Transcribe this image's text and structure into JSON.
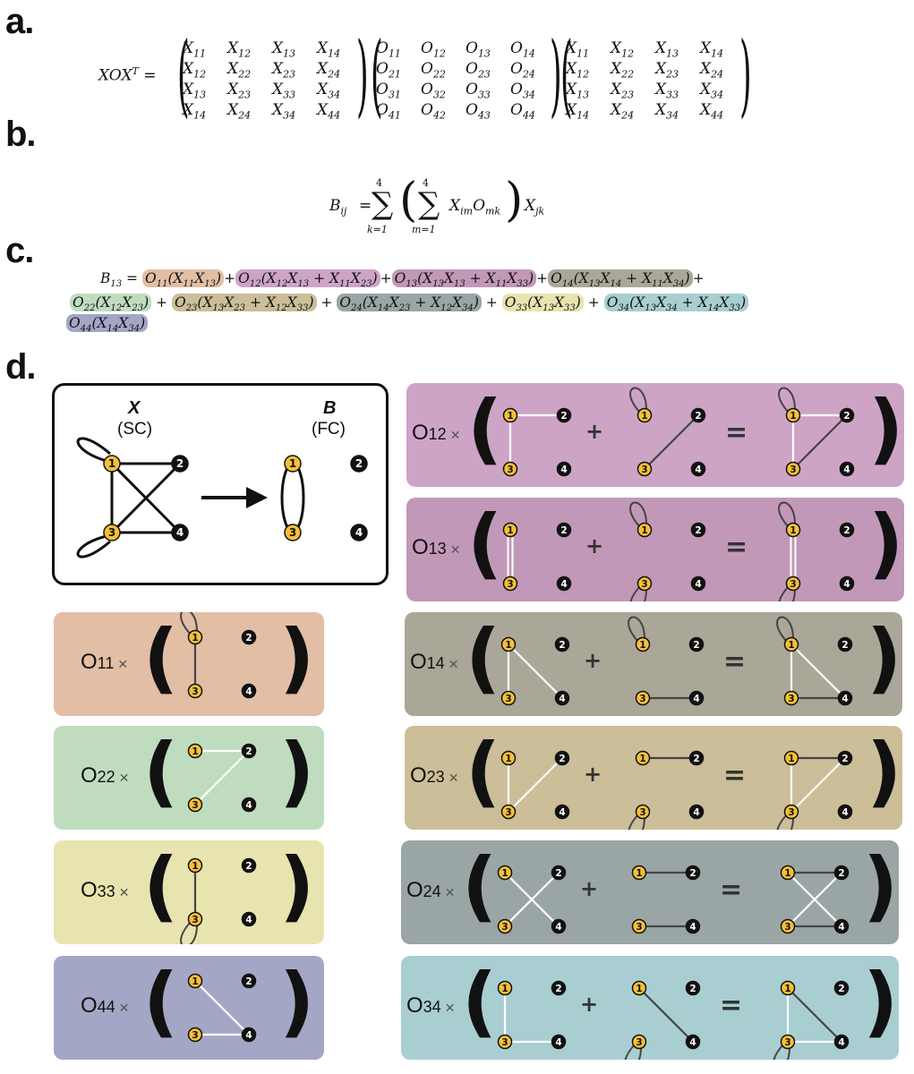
{
  "labels": {
    "a": "a.",
    "b": "b.",
    "c": "c.",
    "d": "d."
  },
  "eq_a": {
    "lhs": "XOX",
    "lhs_sup": "T",
    "eq": "=",
    "X": [
      [
        "X11",
        "X12",
        "X13",
        "X14"
      ],
      [
        "X12",
        "X22",
        "X23",
        "X24"
      ],
      [
        "X13",
        "X23",
        "X33",
        "X34"
      ],
      [
        "X14",
        "X24",
        "X34",
        "X44"
      ]
    ],
    "O": [
      [
        "O11",
        "O12",
        "O13",
        "O14"
      ],
      [
        "O21",
        "O22",
        "O23",
        "O24"
      ],
      [
        "O31",
        "O32",
        "O33",
        "O34"
      ],
      [
        "O41",
        "O42",
        "O43",
        "O44"
      ]
    ]
  },
  "eq_b": {
    "lhs": "B",
    "lhs_sub": "ij",
    "eq": "=",
    "sum_top": "4",
    "sum_k": "k=1",
    "sum_m": "m=1",
    "term": "X",
    "term_sub": "im",
    "term2": "O",
    "term2_sub": "mk",
    "term3": "X",
    "term3_sub": "jk"
  },
  "eq_c": {
    "lhs": "B13 =",
    "terms": [
      {
        "text": "O11(X11X13)",
        "color": "#e2bea5"
      },
      {
        "text": "O12(X12X13 + X11X23)",
        "color": "#cea4c6"
      },
      {
        "text": "O13(X13X13 + X11X33)",
        "color": "#c298b8"
      },
      {
        "text": "O14(X13X14 + X11X34)",
        "color": "#aaa698"
      },
      {
        "text": "O22(X12X23)",
        "color": "#c0dcbf"
      },
      {
        "text": "O23(X13X23 + X12X33)",
        "color": "#cbbe98"
      },
      {
        "text": "O24(X14X23 + X12X34)",
        "color": "#9aa6a6"
      },
      {
        "text": "O33(X13X33)",
        "color": "#e8e4b0"
      },
      {
        "text": "O34(X13X34 + X14X33)",
        "color": "#a8ced2"
      },
      {
        "text": "O44(X14X34)",
        "color": "#a4a6c6"
      }
    ]
  },
  "legend": {
    "x_label": "X",
    "x_sub": "(SC)",
    "b_label": "B",
    "b_sub": "(FC)"
  },
  "nodes": [
    "1",
    "2",
    "3",
    "4"
  ],
  "ops": {
    "plus": "+",
    "equals": "=",
    "times": "✕"
  },
  "panels": {
    "O11": {
      "name": "O",
      "sub": "11",
      "color": "#e2bea5"
    },
    "O22": {
      "name": "O",
      "sub": "22",
      "color": "#c0dcbf"
    },
    "O33": {
      "name": "O",
      "sub": "33",
      "color": "#e8e4b0"
    },
    "O44": {
      "name": "O",
      "sub": "44",
      "color": "#a4a6c6"
    },
    "O12": {
      "name": "O",
      "sub": "12",
      "color": "#cea4c6"
    },
    "O13": {
      "name": "O",
      "sub": "13",
      "color": "#c298b8"
    },
    "O14": {
      "name": "O",
      "sub": "14",
      "color": "#aaa698"
    },
    "O23": {
      "name": "O",
      "sub": "23",
      "color": "#cbbe98"
    },
    "O24": {
      "name": "O",
      "sub": "24",
      "color": "#9aa6a6"
    },
    "O34": {
      "name": "O",
      "sub": "34",
      "color": "#a8ced2"
    }
  },
  "colors": {
    "yellow_node": "#f5c038",
    "black_node": "#111111",
    "white_edge": "#ffffff",
    "dark_edge": "#444444"
  }
}
